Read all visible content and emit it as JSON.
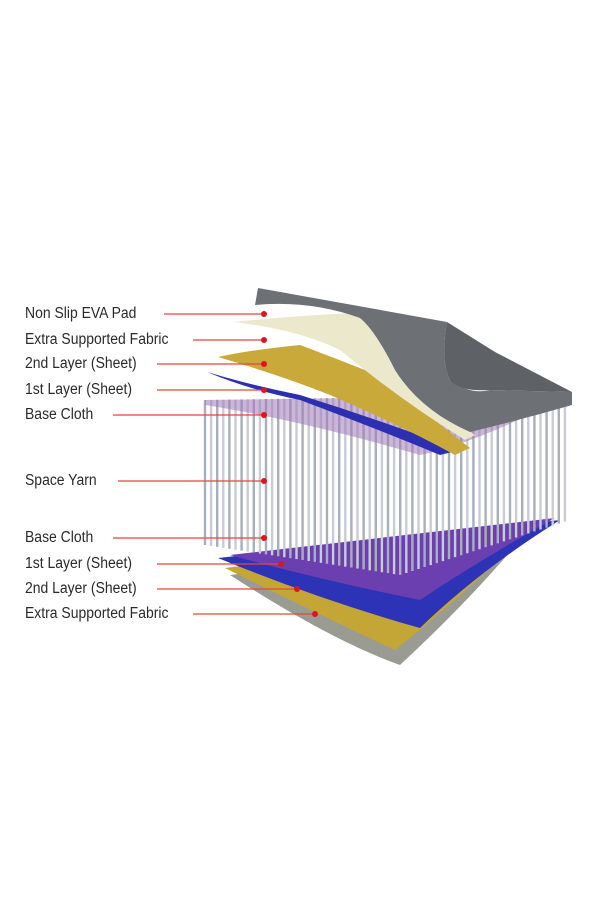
{
  "diagram": {
    "labels": [
      {
        "text": "Non Slip EVA Pad"
      },
      {
        "text": "Extra Supported Fabric"
      },
      {
        "text": "2nd Layer (Sheet)"
      },
      {
        "text": "1st  Layer (Sheet)"
      },
      {
        "text": "Base Cloth"
      },
      {
        "text": "Space Yarn"
      },
      {
        "text": "Base Cloth"
      },
      {
        "text": "1st  Layer (Sheet)"
      },
      {
        "text": "2nd Layer (Sheet)"
      },
      {
        "text": "Extra Supported Fabric"
      }
    ],
    "colors": {
      "leader": "#e8453c",
      "dot": "#e0141e",
      "pad": "#6d7075",
      "fabric": "#e9e6c8",
      "sheet2": "#c9a93a",
      "sheet1": "#2b2fb0",
      "yarn": "#c8ccd6"
    }
  }
}
